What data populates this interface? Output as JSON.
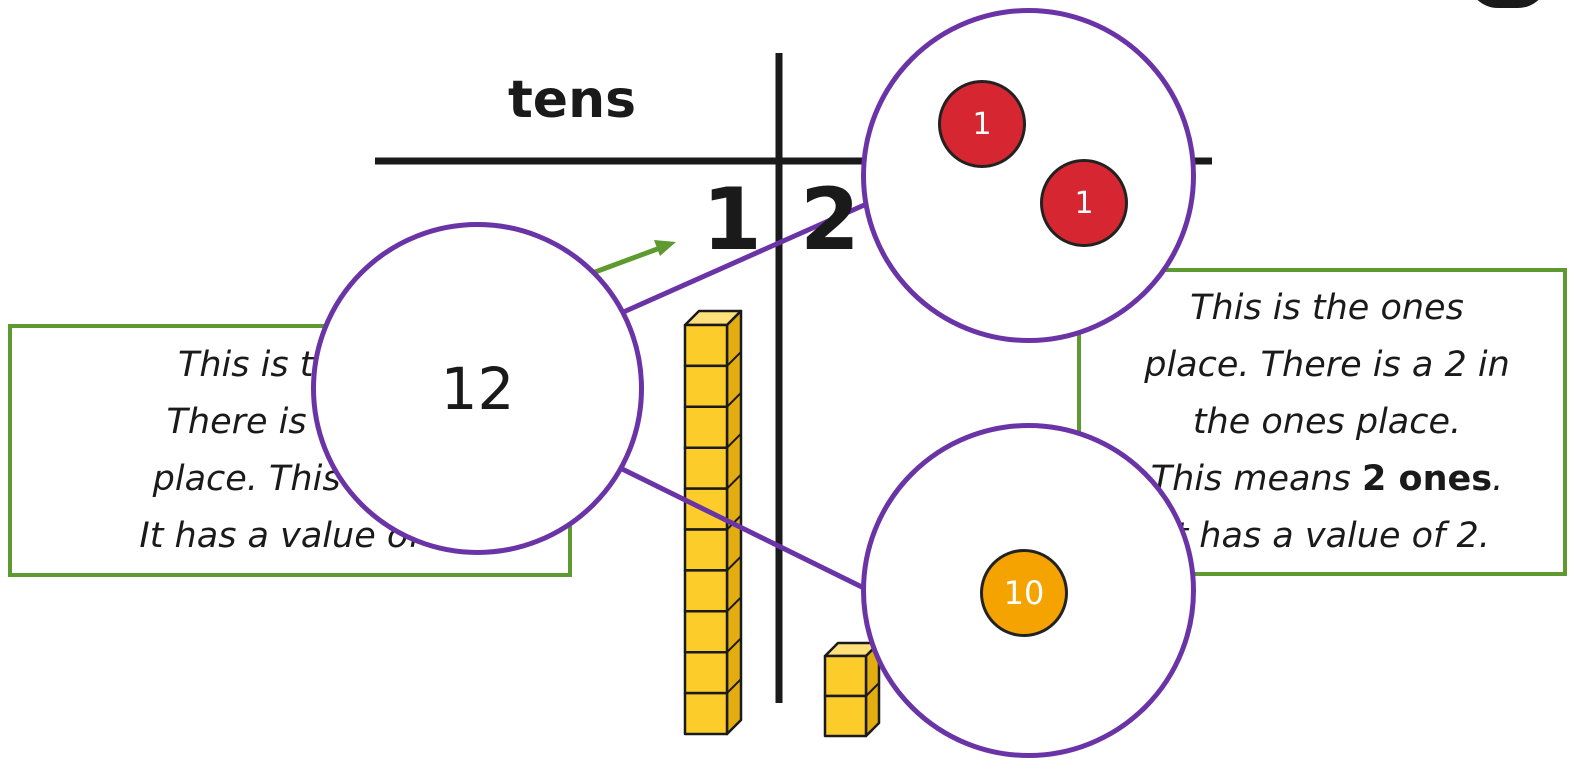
{
  "place_value_chart": {
    "tens_header": "tens",
    "tens_digit": "1",
    "ones_digit": "2"
  },
  "tens_box": {
    "line1": "This is the t",
    "line2": "There is a 1 i",
    "line3": "place. This me",
    "line4": "It has a value of"
  },
  "ones_box": {
    "line1": "This is the ones",
    "line2": "place. There is a 2 in",
    "line3": "the ones place.",
    "line4_before": "This means ",
    "line4_bold": "2 ones",
    "line4_after": ".",
    "line5": "It has a value of 2."
  },
  "magnifier_number": {
    "value": "12"
  },
  "magnifier_counters": {
    "counter_1": "1",
    "counter_2": "1"
  },
  "magnifier_ten": {
    "counter": "10"
  },
  "colors": {
    "box_border": "#5e9a2f",
    "lens_border": "#6a34a6",
    "arrow": "#5e9a2f",
    "ones_counter": "#d62631",
    "ten_counter": "#f5a300",
    "base_ten_block": "#fccc2a"
  },
  "base_ten": {
    "ten_rods": 1,
    "ones_cubes": 2
  }
}
